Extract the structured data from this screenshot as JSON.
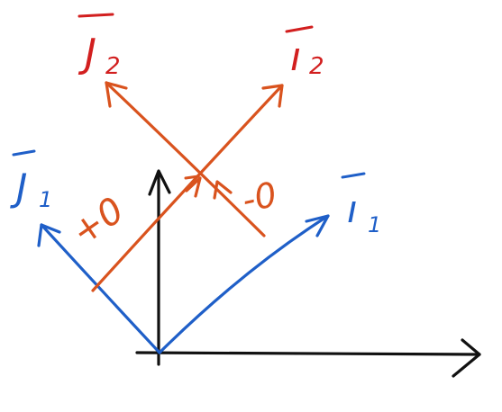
{
  "colors": {
    "axes": "#111111",
    "blue": "#1f5fc8",
    "orange": "#d9531e",
    "red": "#d21f1f"
  },
  "labels": {
    "j2_main": "J",
    "j2_sub": "2",
    "i2_main": "ı",
    "i2_sub": "2",
    "j1_main": "J",
    "j1_sub": "1",
    "i1_main": "ı",
    "i1_sub": "1",
    "edge_left": "+0",
    "edge_right": "-0"
  }
}
